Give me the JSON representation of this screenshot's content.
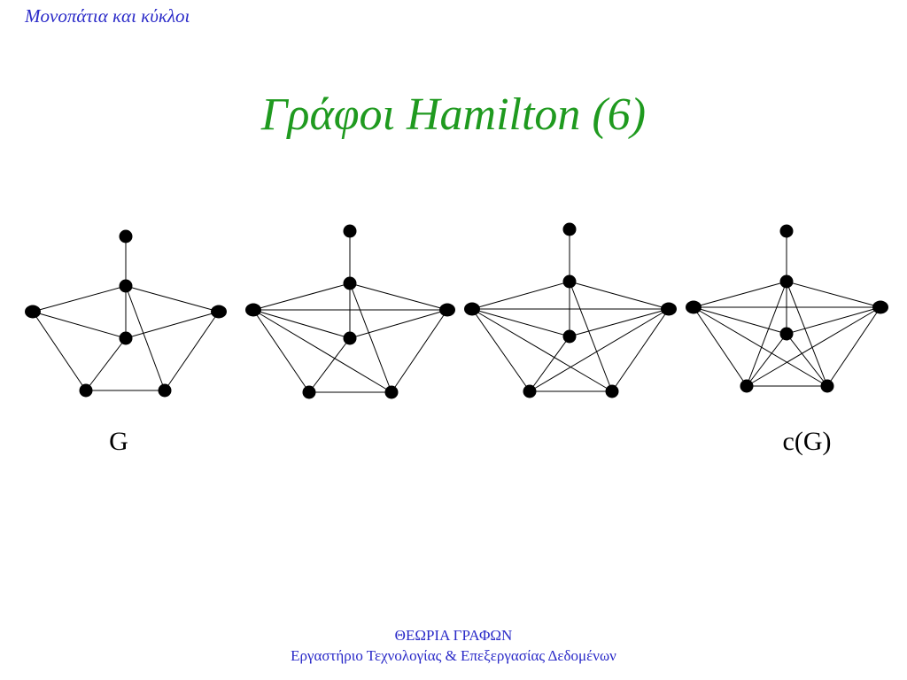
{
  "header": {
    "topic": "Μονοπάτια και κύκλοι"
  },
  "slide": {
    "title": "Γράφοι Hamilton (6)"
  },
  "graphs": [
    {
      "label": "G"
    },
    {
      "label": ""
    },
    {
      "label": ""
    },
    {
      "label": "c(G)"
    }
  ],
  "footer": {
    "line1": "ΘΕΩΡΙΑ ΓΡΑΦΩΝ",
    "line2": "Εργαστήριο Τεχνολογίας & Επεξεργασίας Δεδομένων"
  }
}
